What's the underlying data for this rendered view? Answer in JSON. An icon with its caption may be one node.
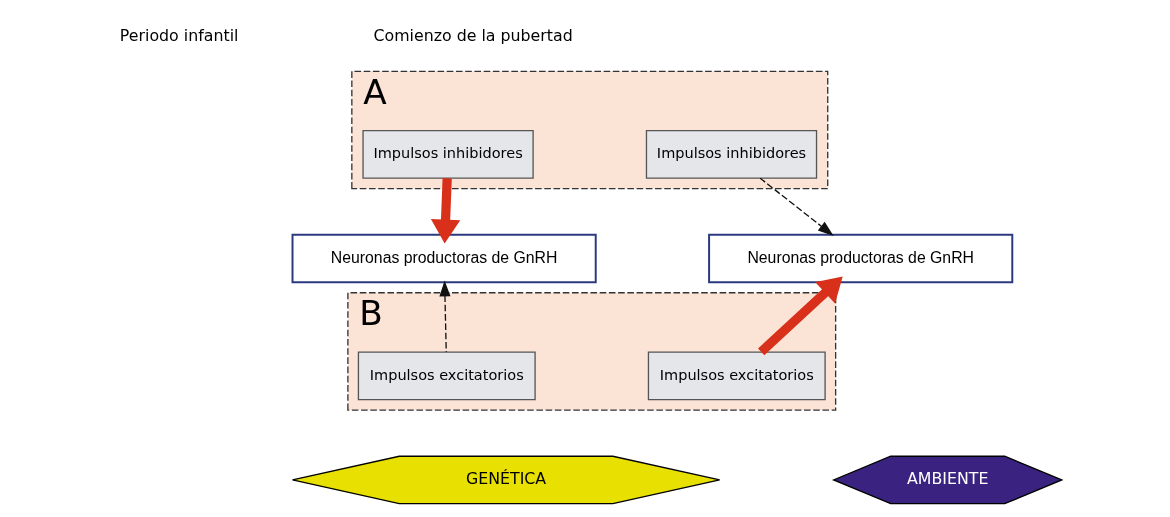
{
  "diagram": {
    "nodes": [
      {
        "text": [
          "A"
        ]
      },
      {
        "text": [
          "Impulsos inhibidores"
        ],
        "in": 0
      },
      {
        "text": [
          "Impulsos inhibidores"
        ],
        "in": 0
      },
      {
        "text": [
          "Neuronas productoras de GnRH"
        ]
      },
      {
        "text": [
          "Neuronas productoras de GnRH"
        ]
      },
      {
        "text": [
          "B"
        ]
      },
      {
        "text": [
          "Impulsos excitatorios"
        ],
        "in": 5
      },
      {
        "text": [
          "Impulsos excitatorios"
        ],
        "in": 5
      },
      {
        "text": [
          "GENÉTICA"
        ]
      },
      {
        "text": [
          "AMBIENTE"
        ]
      }
    ],
    "edges": [
      {
        "from": 1,
        "to": 3,
        "arrow": "to",
        "style": "thick",
        "color": "#d8301a"
      },
      {
        "from": 2,
        "to": 4,
        "arrow": "to",
        "style": "dashed",
        "color": "#111111"
      },
      {
        "from": 6,
        "to": 3,
        "arrow": "to",
        "style": "dashed",
        "color": "#111111"
      },
      {
        "from": 7,
        "to": 4,
        "arrow": "to",
        "style": "thick",
        "color": "#d8301a"
      }
    ],
    "labels": [
      "Periodo infantil",
      "Comienzo de la pubertad"
    ]
  }
}
